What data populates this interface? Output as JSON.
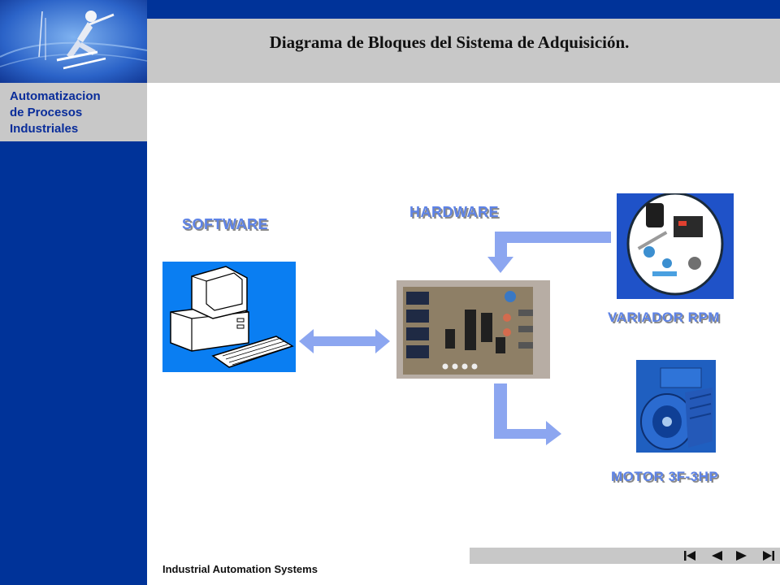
{
  "sidebar": {
    "caption": "Automatizacion\nde Procesos\nIndustriales"
  },
  "header": {
    "title": "Diagrama de Bloques del Sistema de Adquisición."
  },
  "diagram": {
    "software_label": "SOFTWARE",
    "hardware_label": "HARDWARE",
    "variador_label": "VARIADOR RPM",
    "motor_label": "MOTOR 3F-3HP"
  },
  "footer": {
    "text": "Industrial Automation  Systems"
  },
  "nav": {
    "buttons": [
      "first-slide",
      "previous-slide",
      "next-slide",
      "last-slide"
    ]
  },
  "colors": {
    "primary_blue": "#003399",
    "gray_band": "#c8c8c8",
    "label_blue": "#5e83e6",
    "arrow_blue": "#8ca6f0",
    "computer_bg": "#0a7ef2"
  }
}
